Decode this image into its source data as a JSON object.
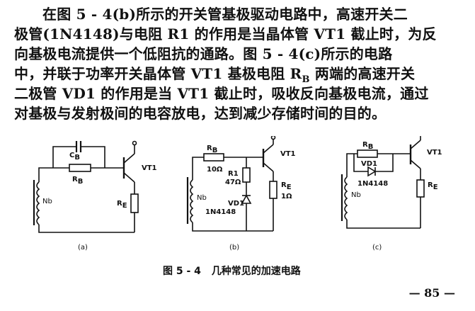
{
  "paragraph": {
    "lines": [
      "在图 5 - 4(b)所示的开关管基极驱动电路中，高速开关二",
      "极管(1N4148)与电阻 R1 的作用是当晶体管 VT1 截止时，为反",
      "向基极电流提供一个低阻抗的通路。图 5 - 4(c)所示的电路",
      "中，并联于功率开关晶体管 VT1 基极电阻 R",
      "二极管 VD1 的作用是当 VT1 截止时，吸收反向基极电流，通过",
      "对基极与发射极间的电容放电，达到减少存储时间的目的。"
    ],
    "line4_subscript": "B",
    "line4_tail": " 两端的高速开关"
  },
  "figure": {
    "a": {
      "label": "(a)",
      "cap_C": "C",
      "cap_sub": "B",
      "res_R": "R",
      "res_sub": "B",
      "re_R": "R",
      "re_sub": "E",
      "transformer": "Nb",
      "transistor": "VT1"
    },
    "b": {
      "label": "(b)",
      "rb_R": "R",
      "rb_sub": "B",
      "rb_value": "10Ω",
      "r1_name": "R1",
      "r1_value": "47Ω",
      "re_R": "R",
      "re_sub": "E",
      "re_value": "1Ω",
      "diode_name": "VD1",
      "diode_part": "1N4148",
      "transformer": "Nb",
      "transistor": "VT1"
    },
    "c": {
      "label": "(c)",
      "rb_R": "R",
      "rb_sub": "B",
      "diode_name": "VD1",
      "diode_part": "1N4148",
      "re_R": "R",
      "re_sub": "E",
      "transformer": "Nb",
      "transistor": "VT1"
    }
  },
  "caption": {
    "number": "图 5 - 4",
    "title": "几种常见的加速电路"
  },
  "page_number": "— 85 —"
}
